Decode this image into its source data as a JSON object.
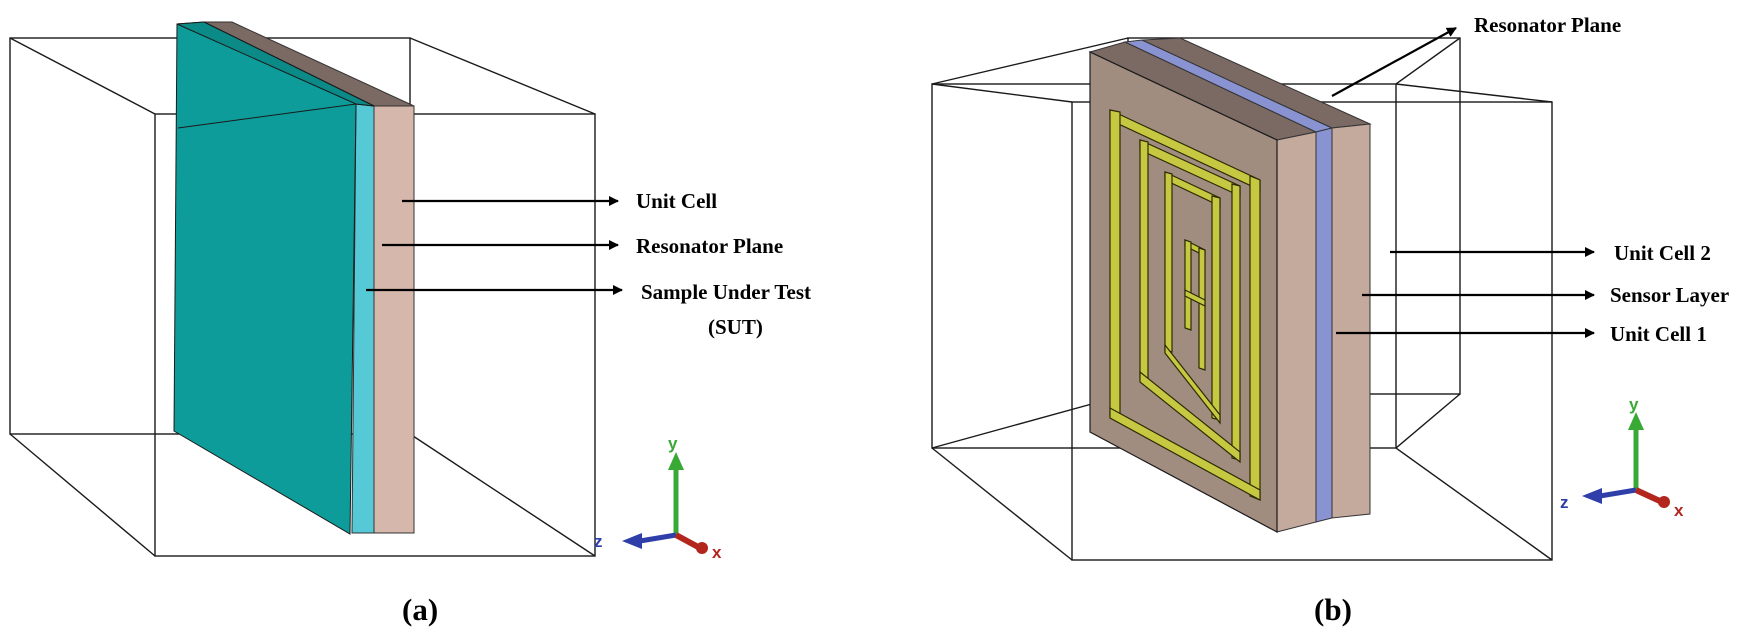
{
  "panel_a": {
    "caption": "(a)",
    "labels": {
      "unit_cell": "Unit Cell",
      "resonator_plane": "Resonator Plane",
      "sut_line1": "Sample Under Test",
      "sut_line2": "(SUT)"
    },
    "axes": {
      "x": "x",
      "y": "y",
      "z": "z"
    }
  },
  "panel_b": {
    "caption": "(b)",
    "labels": {
      "resonator_plane": "Resonator Plane",
      "unit_cell_2": "Unit Cell 2",
      "sensor_layer": "Sensor Layer",
      "unit_cell_1": "Unit Cell 1"
    },
    "axes": {
      "x": "x",
      "y": "y",
      "z": "z"
    }
  },
  "colors": {
    "sut_front": "#0e9c9a",
    "sut_side": "#56c9d6",
    "unit_cell": "#d6b7ab",
    "top_strip": "#7b6963",
    "cell_b": "#a18c80",
    "cell_b_side": "#c3aa9c",
    "sensor_layer": "#8a93d2",
    "resonator": "#c7c842",
    "axis_x": "#b3261e",
    "axis_y": "#39a935",
    "axis_z": "#2f3ea8"
  }
}
